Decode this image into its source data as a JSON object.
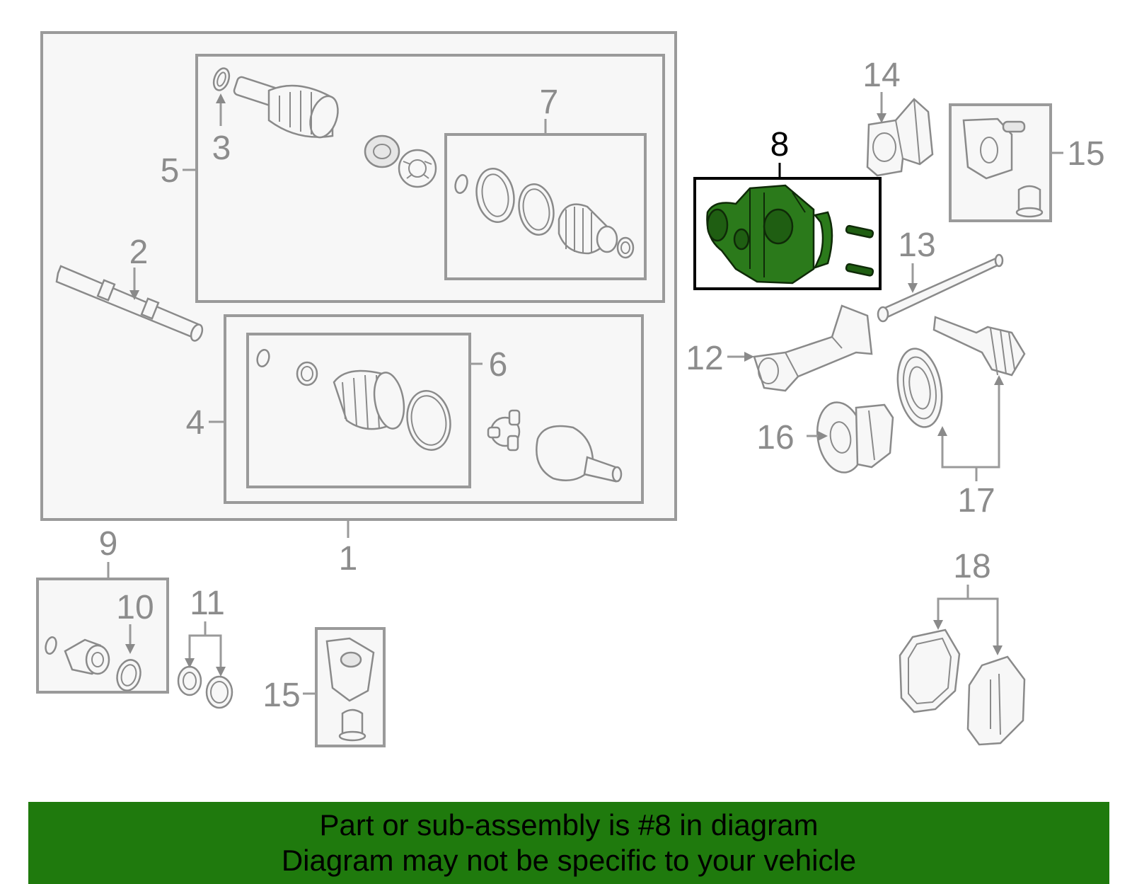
{
  "callouts": {
    "c1": "1",
    "c2": "2",
    "c3": "3",
    "c4": "4",
    "c5": "5",
    "c6": "6",
    "c7": "7",
    "c8": "8",
    "c9": "9",
    "c10": "10",
    "c11": "11",
    "c12": "12",
    "c13": "13",
    "c14": "14",
    "c15a": "15",
    "c15b": "15",
    "c16": "16",
    "c17": "17",
    "c18": "18"
  },
  "highlight": {
    "part": "8",
    "color": "#2b7a1b"
  },
  "banner": {
    "line1": "Part or sub-assembly is #8 in diagram",
    "line2": "Diagram may not be specific to your vehicle",
    "background": "#1f7a0d"
  }
}
